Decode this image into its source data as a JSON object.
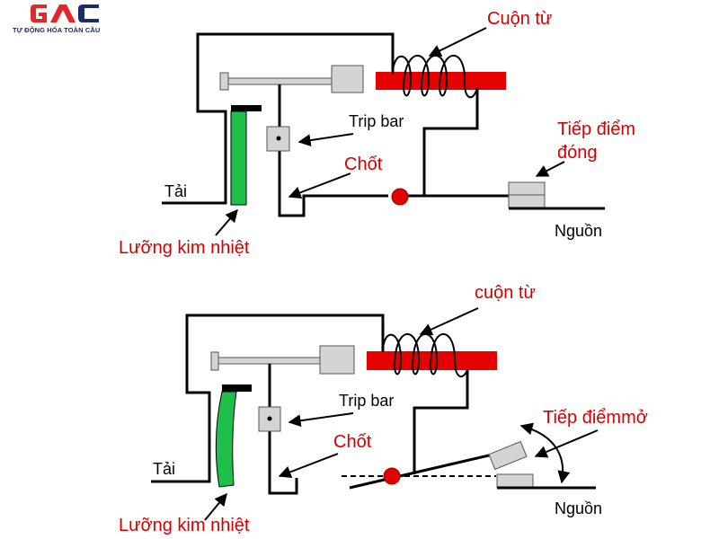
{
  "logo": {
    "letters": "GAC",
    "tagline": "TỰ ĐỘNG HÓA TOÀN CẦU",
    "colors": {
      "brand_red": "#e3262a",
      "brand_navy": "#1a2a6c"
    }
  },
  "colors": {
    "label_red": "#d40000",
    "coil_red": "#e60000",
    "bimetal_green": "#1fbf4c",
    "part_gray": "#d4d4d4",
    "pivot_red": "#e10000",
    "line": "#000000"
  },
  "diagram_closed": {
    "state": "closed",
    "labels": {
      "coil": "Cuộn từ",
      "trip_bar": "Trip bar",
      "latch": "Chốt",
      "contact_line1": "Tiếp điểm",
      "contact_line2": "đóng",
      "load": "Tải",
      "source": "Nguồn",
      "bimetal": "Lưỡng kim nhiệt"
    }
  },
  "diagram_open": {
    "state": "open",
    "labels": {
      "coil": "cuộn từ",
      "trip_bar": "Trip bar",
      "latch": "Chốt",
      "contact": "Tiếp điểmmở",
      "load": "Tải",
      "source": "Nguồn",
      "bimetal": "Lưỡng kim nhiệt"
    }
  }
}
